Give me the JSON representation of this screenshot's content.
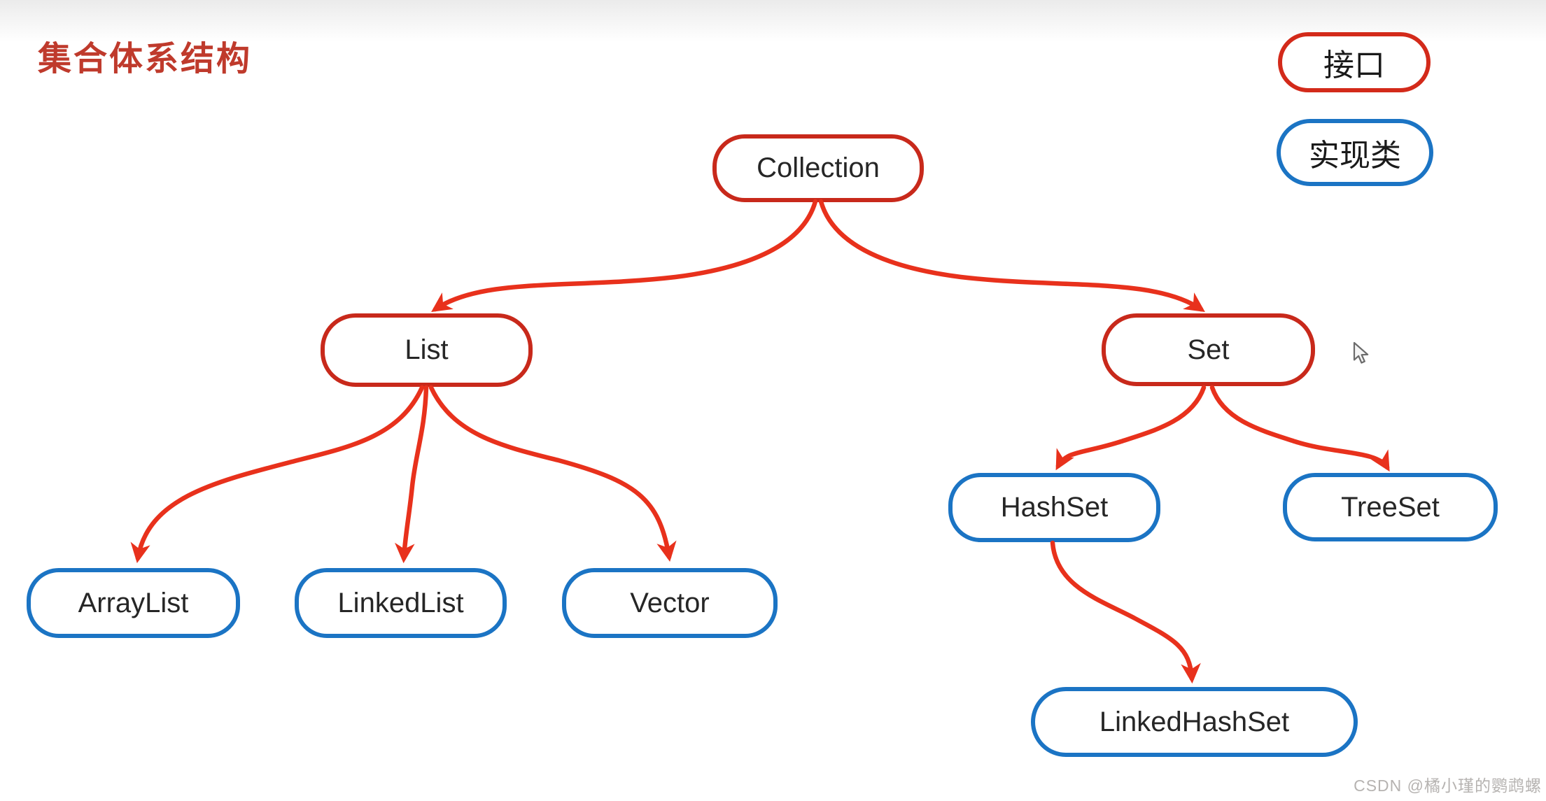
{
  "title": "集合体系结构",
  "legend": [
    {
      "label": "接口",
      "type": "interface"
    },
    {
      "label": "实现类",
      "type": "implementation-class"
    }
  ],
  "nodes": {
    "collection": {
      "label": "Collection",
      "type": "interface"
    },
    "list": {
      "label": "List",
      "type": "interface"
    },
    "set": {
      "label": "Set",
      "type": "interface"
    },
    "arraylist": {
      "label": "ArrayList",
      "type": "implementation-class"
    },
    "linkedlist": {
      "label": "LinkedList",
      "type": "implementation-class"
    },
    "vector": {
      "label": "Vector",
      "type": "implementation-class"
    },
    "hashset": {
      "label": "HashSet",
      "type": "implementation-class"
    },
    "treeset": {
      "label": "TreeSet",
      "type": "implementation-class"
    },
    "linkedhashset": {
      "label": "LinkedHashSet",
      "type": "implementation-class"
    }
  },
  "edges": [
    {
      "from": "Collection",
      "to": "List"
    },
    {
      "from": "Collection",
      "to": "Set"
    },
    {
      "from": "List",
      "to": "ArrayList"
    },
    {
      "from": "List",
      "to": "LinkedList"
    },
    {
      "from": "List",
      "to": "Vector"
    },
    {
      "from": "Set",
      "to": "HashSet"
    },
    {
      "from": "Set",
      "to": "TreeSet"
    },
    {
      "from": "HashSet",
      "to": "LinkedHashSet"
    }
  ],
  "colors": {
    "title": "#bf3a2c",
    "interface_border": "#c8291b",
    "class_border": "#1b74c4",
    "arrow": "#e8311c",
    "node_text": "#262626",
    "watermark": "#b6b3b1"
  },
  "watermark": "CSDN @橘小瑾的鹦鹉螺"
}
